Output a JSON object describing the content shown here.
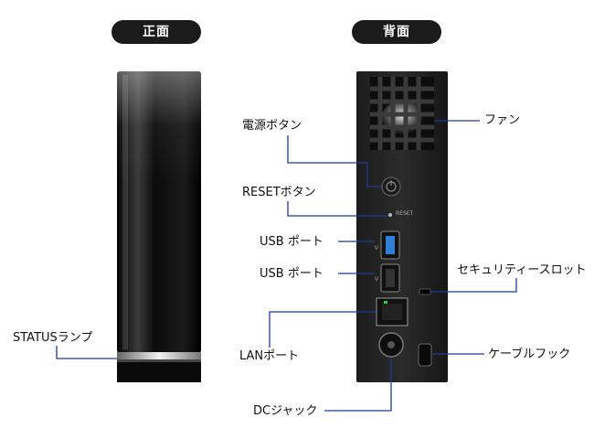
{
  "headings": {
    "front": "正面",
    "back": "背面"
  },
  "labels": {
    "status_lamp": "STATUSランプ",
    "power_button": "電源ボタン",
    "reset_button": "RESETボタン",
    "usb_port_1": "USB ポート",
    "usb_port_2": "USB ポート",
    "lan_port": "LANポート",
    "dc_jack": "DCジャック",
    "fan": "ファン",
    "security_slot": "セキュリティースロット",
    "cable_hook": "ケーブルフック"
  },
  "printed": {
    "reset_text": "RESET"
  },
  "colors": {
    "leader_line": "#1f3a93",
    "pill_bg": "#1b1b1b",
    "usb3_blue": "#2f7fd6",
    "lan_led": "#2ecc40"
  }
}
